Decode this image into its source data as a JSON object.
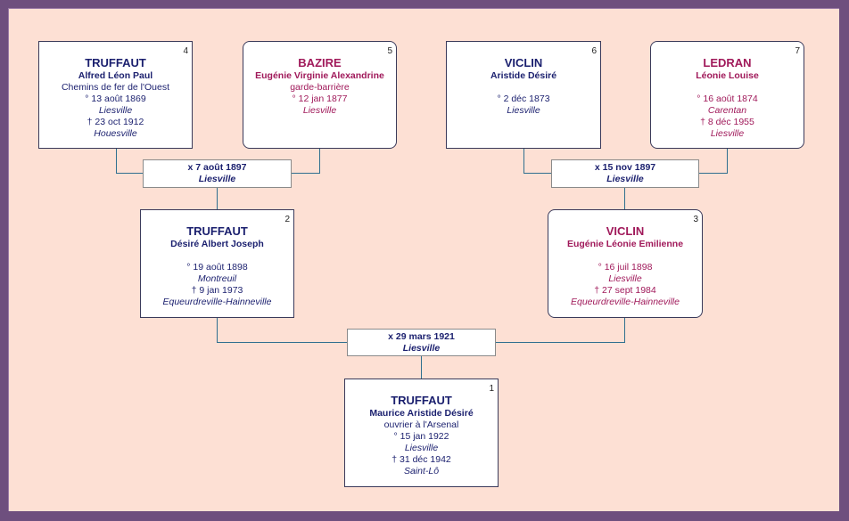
{
  "persons": {
    "p1": {
      "num": "1",
      "surname": "TRUFFAUT",
      "given": "Maurice Aristide Désiré",
      "occupation": "ouvrier à l'Arsenal",
      "birth": "° 15 jan 1922",
      "birth_place": "Liesville",
      "death": "† 31 déc 1942",
      "death_place": "Saint-Lô"
    },
    "p2": {
      "num": "2",
      "surname": "TRUFFAUT",
      "given": "Désiré Albert Joseph",
      "birth": "° 19 août 1898",
      "birth_place": "Montreuil",
      "death": "† 9 jan 1973",
      "death_place": "Equeurdreville-Hainneville"
    },
    "p3": {
      "num": "3",
      "surname": "VICLIN",
      "given": "Eugénie Léonie Emilienne",
      "birth": "° 16 juil 1898",
      "birth_place": "Liesville",
      "death": "† 27 sept 1984",
      "death_place": "Equeurdreville-Hainneville"
    },
    "p4": {
      "num": "4",
      "surname": "TRUFFAUT",
      "given": "Alfred Léon Paul",
      "occupation": "Chemins de fer de l'Ouest",
      "birth": "° 13 août 1869",
      "birth_place": "Liesville",
      "death": "† 23 oct 1912",
      "death_place": "Houesville"
    },
    "p5": {
      "num": "5",
      "surname": "BAZIRE",
      "given": "Eugénie Virginie Alexandrine",
      "occupation": "garde-barrière",
      "birth": "° 12 jan 1877",
      "birth_place": "Liesville"
    },
    "p6": {
      "num": "6",
      "surname": "VICLIN",
      "given": "Aristide Désiré",
      "birth": "° 2 déc 1873",
      "birth_place": "Liesville"
    },
    "p7": {
      "num": "7",
      "surname": "LEDRAN",
      "given": "Léonie Louise",
      "birth": "° 16 août 1874",
      "birth_place": "Carentan",
      "death": "† 8 déc 1955",
      "death_place": "Liesville"
    }
  },
  "marriages": {
    "m45": {
      "date": "x 7 août 1897",
      "place": "Liesville"
    },
    "m67": {
      "date": "x 15 nov 1897",
      "place": "Liesville"
    },
    "m23": {
      "date": "x 29 mars 1921",
      "place": "Liesville"
    }
  },
  "colors": {
    "male": "#1a1f6e",
    "female": "#a0195a",
    "line": "#2f6f8f",
    "background": "#fde0d4",
    "frame": "#6e4f7e"
  }
}
